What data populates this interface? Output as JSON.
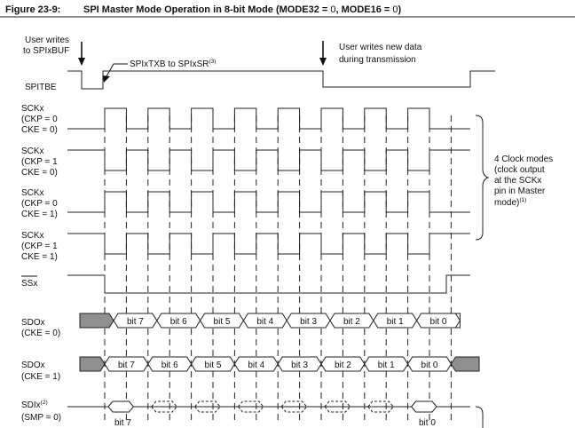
{
  "figure": {
    "label": "Figure 23-9:",
    "title_main": "SPI Master Mode Operation in 8-bit Mode (MODE32 = ",
    "title_v1": "0",
    "title_mid": ", MODE16 = ",
    "title_v2": "0",
    "title_end": ")"
  },
  "annotations": {
    "user_writes_line1": "User writes",
    "user_writes_line2": "to SPIxBUF",
    "transfer_text": "SPIxTXB to SPIxSR",
    "transfer_note": "(3)",
    "new_data_line1": "User writes new data",
    "new_data_line2": "during transmission"
  },
  "signals": {
    "spitbe": "SPITBE",
    "sck1": [
      "SCKx",
      "(CKP = 0",
      "CKE = 0)"
    ],
    "sck2": [
      "SCKx",
      "(CKP = 1",
      "CKE = 0)"
    ],
    "sck3": [
      "SCKx",
      "(CKP = 0",
      "CKE = 1)"
    ],
    "sck4": [
      "SCKx",
      "(CKP = 1",
      "CKE = 1)"
    ],
    "ss": "SSx",
    "sdo1": [
      "SDOx",
      "(CKE = 0)"
    ],
    "sdo2": [
      "SDOx",
      "(CKE = 1)"
    ],
    "sdi_name": "SDIx",
    "sdi_note": "(2)",
    "sdi_cfg": "(SMP = 0)"
  },
  "bits": [
    "bit 7",
    "bit 6",
    "bit 5",
    "bit 4",
    "bit 3",
    "bit 2",
    "bit 1",
    "bit 0"
  ],
  "sdi_bits": [
    "bit 7",
    "bit 0"
  ],
  "clock_modes": {
    "lines": [
      "4 Clock modes",
      "(clock output",
      "at the SCKx",
      "pin in Master",
      "mode)"
    ],
    "note": "(1)"
  }
}
